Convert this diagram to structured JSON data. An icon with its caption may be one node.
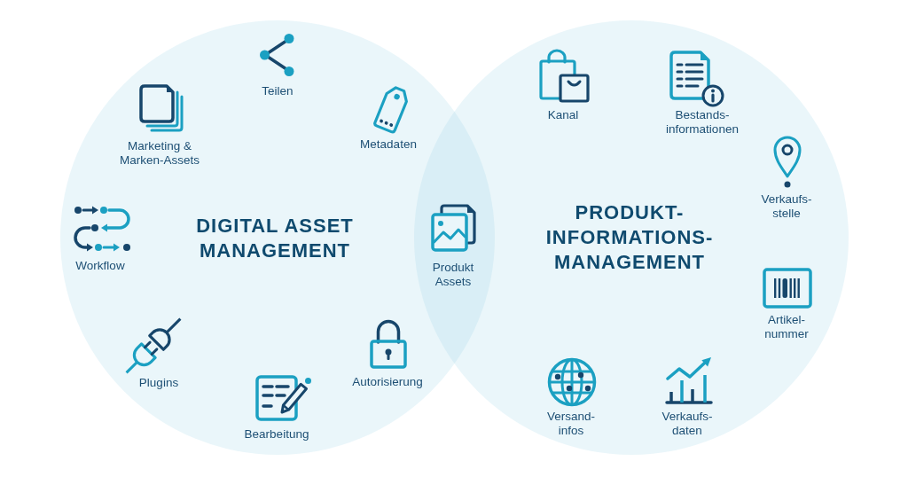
{
  "diagram": {
    "nodes": [
      {
        "text": [
          "DIGITAL ASSET MANAGEMENT"
        ]
      },
      {
        "text": [
          "PRODUKT- INFORMATIONS- MANAGEMENT"
        ]
      }
    ],
    "edges": [],
    "labels": [
      "Teilen",
      "Marketing & Marken-Assets",
      "Metadaten",
      "Workflow",
      "Plugins",
      "Autorisierung",
      "Bearbeitung",
      "Produkt Assets",
      "Kanal",
      "Bestands- informationen",
      "Verkaufs- stelle",
      "Artikel- nummer",
      "Versand- infos",
      "Verkaufs- daten"
    ]
  }
}
